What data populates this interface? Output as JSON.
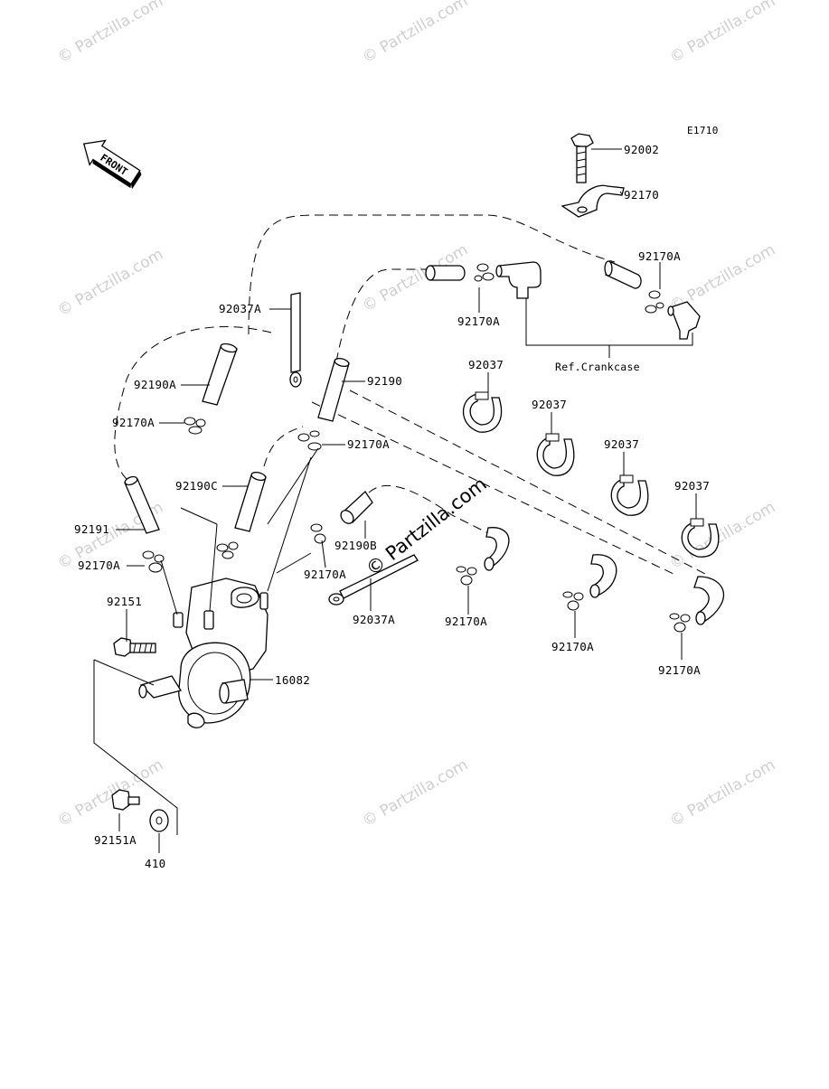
{
  "diagram_code": "E1710",
  "front_label": "FRONT",
  "ref_label": "Ref.Crankcase",
  "watermark": {
    "text": "© Partzilla.com",
    "center_text": "© Partzilla.com"
  },
  "callouts": {
    "c92002": "92002",
    "c92170": "92170",
    "c92170A_tr": "92170A",
    "c92170A_top": "92170A",
    "c92037A_top": "92037A",
    "c92190A": "92190A",
    "c92190": "92190",
    "c92037_1": "92037",
    "c92037_2": "92037",
    "c92037_3": "92037",
    "c92037_4": "92037",
    "c92170A_left1": "92170A",
    "c92170A_mid": "92170A",
    "c92190C": "92190C",
    "c92191": "92191",
    "c92190B": "92190B",
    "c92170A_left2": "92170A",
    "c92170A_center": "92170A",
    "c92037A_bottom": "92037A",
    "c92170A_b1": "92170A",
    "c92170A_b2": "92170A",
    "c92170A_b3": "92170A",
    "c92151": "92151",
    "c16082": "16082",
    "c92151A": "92151A",
    "c410": "410"
  }
}
